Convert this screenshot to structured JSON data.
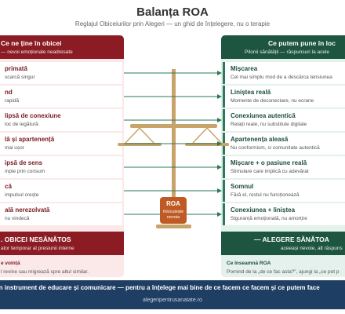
{
  "header": {
    "title": "Balanța ROA",
    "subtitle": "Reglajul Obiceiurilor prin Alegeri — un ghid de înțelegere, nu o terapie"
  },
  "left": {
    "title": "Ce ne ține în obicei",
    "subtitle": "— nevoi emoționale neadresate",
    "items": [
      {
        "title": "primată",
        "text": "scarcă singur"
      },
      {
        "title": "nd",
        "text": "rapidă"
      },
      {
        "title": "lipsă de conexiune",
        "text": "loc de legătură"
      },
      {
        "title": "lă și apartenență",
        "text": "mai ușor"
      },
      {
        "title": "ipsă de sens",
        "text": "mple prin consum"
      },
      {
        "title": "că",
        "text": "impulsul crește"
      },
      {
        "title": "ală nerezolvată",
        "text": "nu vindecă"
      }
    ],
    "footer_title": ". OBICEI NESĂNĂTOS",
    "footer_sub": "ator temporar al presiunii interne",
    "note_title": "e voință",
    "note_text": "l revine sau migrează spre altul similar."
  },
  "right": {
    "title": "Ce putem pune în loc",
    "subtitle": "Pilonii sănătății — răspunsuri la acele",
    "items": [
      {
        "title": "Mișcarea",
        "text": "Cel mai simplu mod de a descărca tensiunea"
      },
      {
        "title": "Liniștea reală",
        "text": "Momente de deconectare, nu ecrane"
      },
      {
        "title": "Conexiunea autentică",
        "text": "Relații reale, nu substitute digitale"
      },
      {
        "title": "Apartenența aleasă",
        "text": "Nu conformism, ci comunitate autentică"
      },
      {
        "title": "Mișcare + o pasiune reală",
        "text": "Stimulare care implică cu adevărat"
      },
      {
        "title": "Somnul",
        "text": "Fără el, restul nu funcționează"
      },
      {
        "title": "Conexiunea + liniștea",
        "text": "Siguranță emoțională, nu amorțire"
      }
    ],
    "footer_title": "— ALEGERE SĂNĂTOA",
    "footer_sub": "aceeași nevoie, alt răspuns",
    "note_title": "Ce înseamnă ROA",
    "note_text": "Pornind de la „de ce fac asta?”, ajungi la „ce pot p"
  },
  "center": {
    "label": "ROA",
    "sub_line1": "înlocuiește",
    "sub_line2": "nevoia"
  },
  "footer": {
    "line1": "ste un instrument de educare și comunicare — pentru a înțelege mai bine de ce facem ce facem și ce putem face",
    "line2": "alegeripentrusanatate.ro"
  },
  "colors": {
    "left_dark": "#8b1c24",
    "left_bg": "#fbe9ea",
    "right_dark": "#1d5540",
    "right_bg": "#e4f1ec",
    "scale": "#c9a46a",
    "roa": "#c05a25",
    "footer": "#1f3e63"
  }
}
